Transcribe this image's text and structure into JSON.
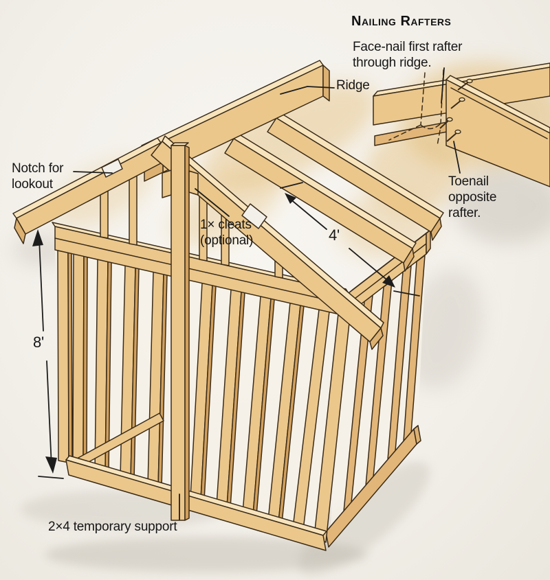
{
  "main_diagram": {
    "labels": {
      "ridge": "Ridge",
      "notch": "Notch for lookout",
      "cleats": "1× cleats (optional)",
      "support": "2×4 temporary support"
    },
    "dimensions": {
      "wall_height": "8'",
      "rafter_length": "4'"
    }
  },
  "inset_diagram": {
    "title": "Nailing Rafters",
    "face_nail_note": "Face-nail first rafter through ridge.",
    "toenail_note": "Toenail opposite rafter."
  },
  "colors": {
    "wood_face": "#ebc78c",
    "wood_light": "#f7e4bd",
    "wood_dark": "#d2a05c",
    "outline": "#3a2b18",
    "background": "#f3f0ea",
    "label_text": "#161616"
  }
}
